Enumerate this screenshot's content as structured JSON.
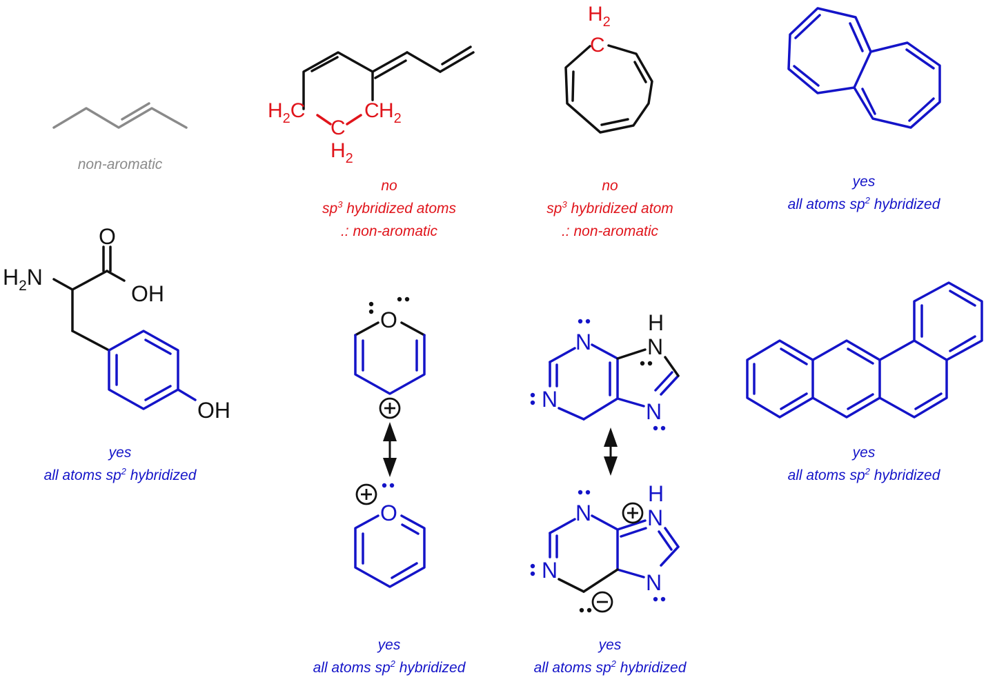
{
  "colors": {
    "gray": "#8a8a8a",
    "red": "#e0141b",
    "blue": "#1414c8",
    "black": "#111111"
  },
  "molecules": {
    "pentene": {
      "caption": "non-aromatic"
    },
    "cyclohexadiene_diene": {
      "atoms": {
        "h2c_left": "H",
        "h2c_left_sub": "2",
        "h2c_left_c": "C",
        "c_right": "C",
        "h2_right": "H",
        "h2_right_sub": "2",
        "c_bottom": "C",
        "h2_bottom": "H",
        "h2_bottom_sub": "2"
      },
      "caption": {
        "line1": "no",
        "line2_pre": "sp",
        "line2_sup": "3",
        "line2_post": " hybridized atoms",
        "line3": ".: non-aromatic"
      }
    },
    "cycloheptatriene": {
      "atoms": {
        "c_top": "C",
        "h2_top": "H",
        "h2_top_sub": "2"
      },
      "caption": {
        "line1": "no",
        "line2_pre": "sp",
        "line2_sup": "3",
        "line2_post": " hybridized atom",
        "line3": ".: non-aromatic"
      }
    },
    "heptalene": {
      "caption": {
        "line1": "yes",
        "line2_pre": "all atoms sp",
        "line2_sup": "2",
        "line2_post": " hybridized"
      }
    },
    "tyrosine": {
      "atoms": {
        "h2n": "H",
        "h2n_sub": "2",
        "h2n_n": "N",
        "o_carbonyl": "O",
        "oh_acid": "OH",
        "oh_phenol": "OH"
      },
      "caption": {
        "line1": "yes",
        "line2_pre": "all atoms sp",
        "line2_sup": "2",
        "line2_post": " hybridized"
      }
    },
    "pyranium": {
      "atoms": {
        "o_top": "O",
        "o_bottom": "O"
      },
      "caption": {
        "line1": "yes",
        "line2_pre": "all atoms sp",
        "line2_sup": "2",
        "line2_post": " hybridized"
      }
    },
    "purine": {
      "atoms": {
        "n1": "N",
        "n3": "N",
        "n9h": "N",
        "h9": "H",
        "n7": "N",
        "n1b": "N",
        "n3b": "N",
        "n9hb": "N",
        "h9b": "H",
        "n7b": "N"
      },
      "caption": {
        "line1": "yes",
        "line2_pre": "all atoms sp",
        "line2_sup": "2",
        "line2_post": " hybridized"
      }
    },
    "tetraphene": {
      "caption": {
        "line1": "yes",
        "line2_pre": "all atoms sp",
        "line2_sup": "2",
        "line2_post": " hybridized"
      }
    }
  }
}
